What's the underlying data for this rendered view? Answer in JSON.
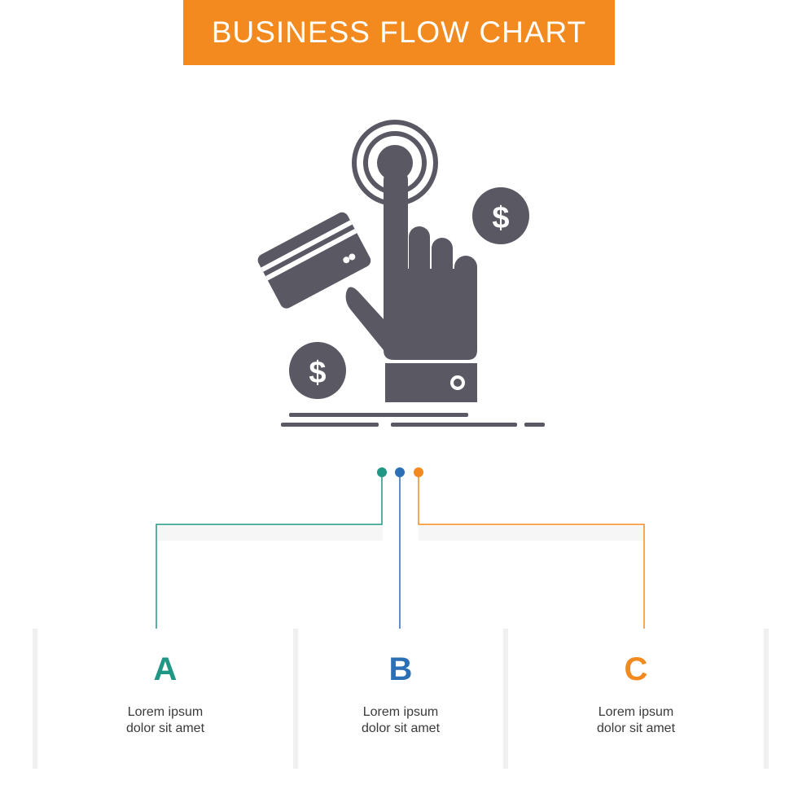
{
  "header": {
    "title": "BUSINESS FLOW CHART"
  },
  "colors": {
    "banner": "#f28a1f",
    "teal": "#1f9784",
    "blue": "#2b6fb5",
    "orange": "#f28a1f",
    "icon": "#5a5863"
  },
  "icon": {
    "name": "tap-payment-icon"
  },
  "steps": [
    {
      "letter": "A",
      "line1": "Lorem ipsum",
      "line2": "dolor sit amet"
    },
    {
      "letter": "B",
      "line1": "Lorem ipsum",
      "line2": "dolor sit amet"
    },
    {
      "letter": "C",
      "line1": "Lorem ipsum",
      "line2": "dolor sit amet"
    }
  ]
}
